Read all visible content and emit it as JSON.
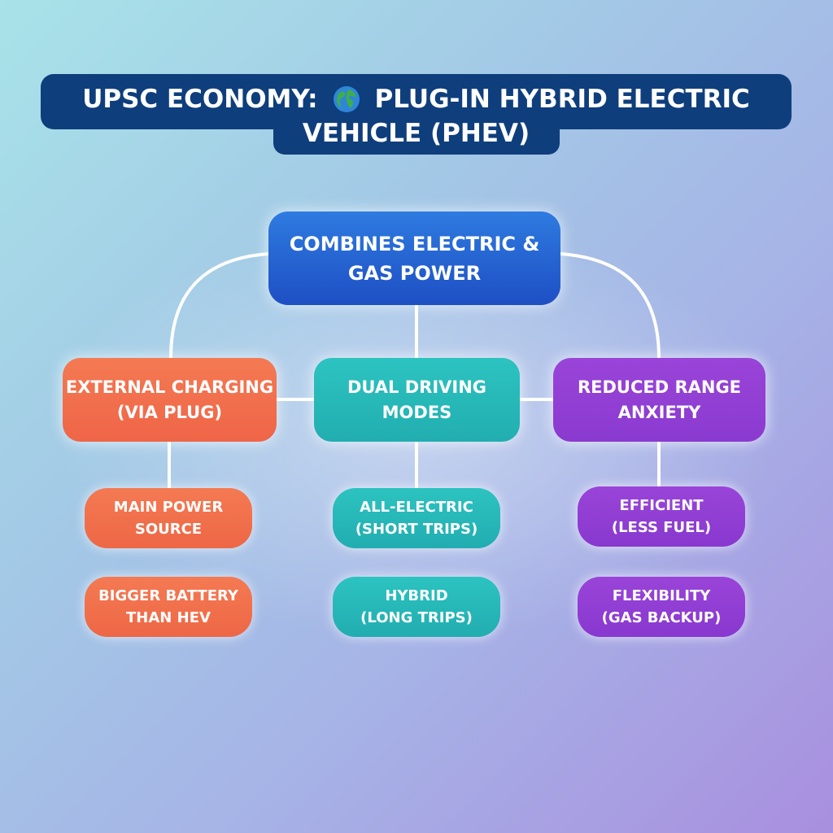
{
  "title": {
    "line1_prefix": "UPSC ECONOMY:",
    "line1_suffix": "PLUG-IN HYBRID ELECTRIC",
    "line2": "VEHICLE (PHEV)",
    "icon": "globe-icon"
  },
  "root": {
    "label": "COMBINES ELECTRIC &\nGAS POWER"
  },
  "branches": [
    {
      "label": "EXTERNAL CHARGING\n(VIA PLUG)",
      "color": "#ef6b4a",
      "items": [
        "MAIN POWER\nSOURCE",
        "BIGGER BATTERY\nTHAN HEV"
      ]
    },
    {
      "label": "DUAL DRIVING\nMODES",
      "color": "#26b8b8",
      "items": [
        "ALL-ELECTRIC\n(SHORT TRIPS)",
        "HYBRID\n(LONG TRIPS)"
      ]
    },
    {
      "label": "REDUCED RANGE\nANXIETY",
      "color": "#9240d4",
      "items": [
        "EFFICIENT\n(LESS FUEL)",
        "FLEXIBILITY\n(GAS BACKUP)"
      ]
    }
  ],
  "colors": {
    "title_bg": "#0f3e7c",
    "root": "#2565d4",
    "connector": "#ffffff"
  }
}
